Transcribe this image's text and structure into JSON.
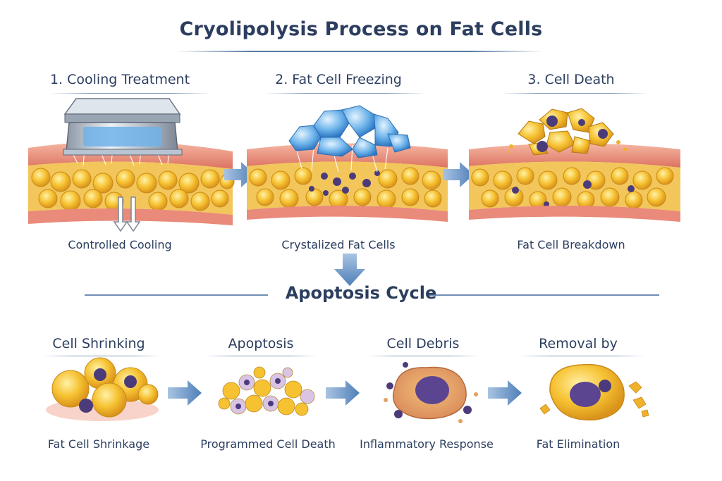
{
  "title": "Cryolipolysis Process on Fat Cells",
  "steps": [
    {
      "title": "1. Cooling Treatment",
      "caption": "Controlled Cooling"
    },
    {
      "title": "2. Fat Cell Freezing",
      "caption": "Crystalized Fat Cells"
    },
    {
      "title": "3. Cell Death",
      "caption": "Fat Cell Breakdown"
    }
  ],
  "cycle": {
    "title": "Apoptosis Cycle",
    "stages": [
      {
        "title": "Cell Shrinking",
        "caption": "Fat Cell Shrinkage"
      },
      {
        "title": "Apoptosis",
        "caption": "Programmed Cell Death"
      },
      {
        "title": "Cell Debris",
        "caption": "Inflammatory Response"
      },
      {
        "title": "Removal by",
        "caption": "Fat Elimination"
      }
    ]
  },
  "colors": {
    "heading": "#2c3e5f",
    "fat_cell": "#f4b92b",
    "skin": "#e98a7a",
    "ice": "#5aa7e0",
    "arrow": "#4f7fb8",
    "nucleus": "#4b3b7a"
  },
  "icons": [
    "cooling-applicator-icon",
    "down-arrow-icon",
    "ice-crystal-icon",
    "right-arrow-icon"
  ]
}
